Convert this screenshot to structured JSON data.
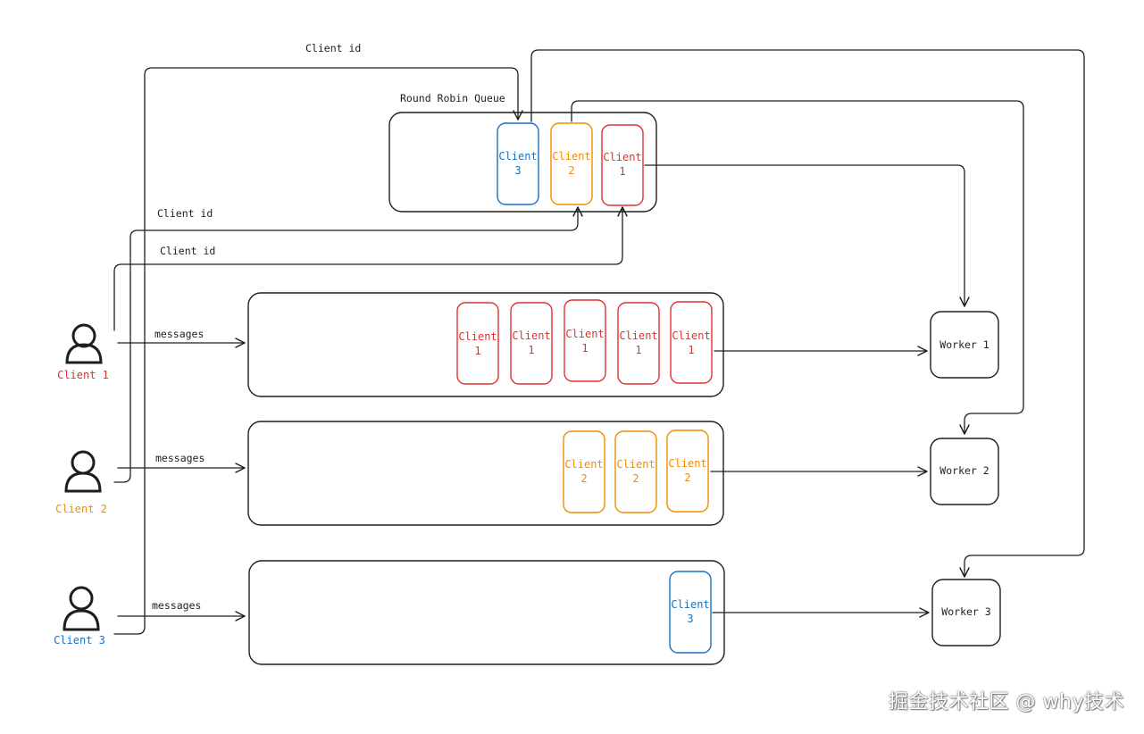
{
  "colors": {
    "stroke": "#1e1e1e",
    "client1": "#e03131",
    "client2": "#f08c00",
    "client3": "#1971c2"
  },
  "labels": {
    "round_robin_queue": "Round Robin Queue",
    "client_id": "Client id",
    "messages": "messages"
  },
  "clients": [
    {
      "name": "Client 1",
      "icon": "person-icon",
      "color": "#e03131"
    },
    {
      "name": "Client 2",
      "icon": "person-icon",
      "color": "#f08c00"
    },
    {
      "name": "Client 3",
      "icon": "person-icon",
      "color": "#1971c2"
    }
  ],
  "round_robin_chips": [
    {
      "line1": "Client",
      "line2": "3",
      "color": "#1971c2"
    },
    {
      "line1": "Client",
      "line2": "2",
      "color": "#f08c00"
    },
    {
      "line1": "Client",
      "line2": "1",
      "color": "#e03131"
    }
  ],
  "message_queues": [
    {
      "chips": [
        {
          "line1": "Client",
          "line2": "1"
        },
        {
          "line1": "Client",
          "line2": "1"
        },
        {
          "line1": "Client",
          "line2": "1"
        },
        {
          "line1": "Client",
          "line2": "1"
        },
        {
          "line1": "Client",
          "line2": "1"
        }
      ],
      "color": "#e03131"
    },
    {
      "chips": [
        {
          "line1": "Client",
          "line2": "2"
        },
        {
          "line1": "Client",
          "line2": "2"
        },
        {
          "line1": "Client",
          "line2": "2"
        }
      ],
      "color": "#f08c00"
    },
    {
      "chips": [
        {
          "line1": "Client",
          "line2": "3"
        }
      ],
      "color": "#1971c2"
    }
  ],
  "workers": [
    {
      "name": "Worker 1"
    },
    {
      "name": "Worker 2"
    },
    {
      "name": "Worker 3"
    }
  ],
  "watermark": "掘金技术社区 @ why技术"
}
